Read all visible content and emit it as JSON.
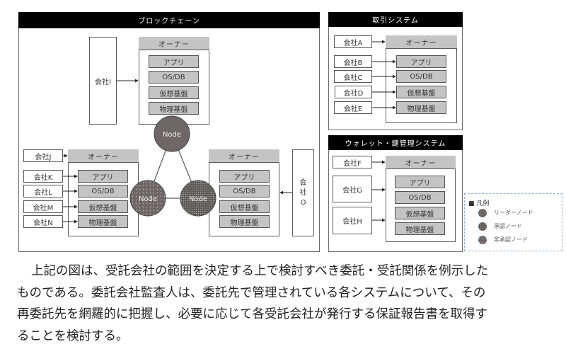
{
  "blockchain": {
    "title": "ブロックチェーン",
    "top_group": {
      "company": "会社I",
      "owner": "オーナー",
      "layers": [
        "アプリ",
        "OS/DB",
        "仮想基盤",
        "物理基盤"
      ]
    },
    "left_group": {
      "owner_company": "会社J",
      "owner": "オーナー",
      "companies": [
        "会社K",
        "会社L",
        "会社M",
        "会社N"
      ],
      "layers": [
        "アプリ",
        "OS/DB",
        "仮想基盤",
        "物理基盤"
      ]
    },
    "right_group": {
      "company_chars": [
        "会",
        "社",
        "O"
      ],
      "owner": "オーナー",
      "layers": [
        "アプリ",
        "OS/DB",
        "仮想基盤",
        "物理基盤"
      ]
    },
    "nodes": [
      {
        "label": "Node",
        "type": "leader"
      },
      {
        "label": "Node",
        "type": "non-approval"
      },
      {
        "label": "Node",
        "type": "approval"
      }
    ]
  },
  "trading": {
    "title": "取引システム",
    "owner_company": "会社A",
    "owner": "オーナー",
    "companies": [
      "会社B",
      "会社C",
      "会社D",
      "会社E"
    ],
    "layers": [
      "アプリ",
      "OS/DB",
      "仮想基盤",
      "物理基盤"
    ]
  },
  "wallet": {
    "title": "ウォレット・鍵管理システム",
    "owner_company": "会社F",
    "companies": [
      "会社G",
      "会社H"
    ],
    "owner": "オーナー",
    "layers": [
      "アプリ",
      "OS/DB",
      "仮想基盤",
      "物理基盤"
    ]
  },
  "legend": {
    "title": "■ 凡例",
    "items": [
      {
        "label": "リーダーノード"
      },
      {
        "label": "承認ノード"
      },
      {
        "label": "非承認ノード"
      }
    ]
  },
  "colors": {
    "node_fill": "#6e6767",
    "box_gray": "#c4c4c4",
    "header_black": "#000000",
    "legend_border": "#8fb0d8"
  },
  "paragraph": {
    "lines": [
      "上記の図は、受託会社の範囲を決定する上で検討すべき委託・受託関係を例示した",
      "ものである。委託会社監査人は、委託先で管理されている各システムについて、その",
      "再委託先を網羅的に把握し、必要に応じて各受託会社が発行する保証報告書を取得す",
      "ることを検討する。"
    ]
  }
}
